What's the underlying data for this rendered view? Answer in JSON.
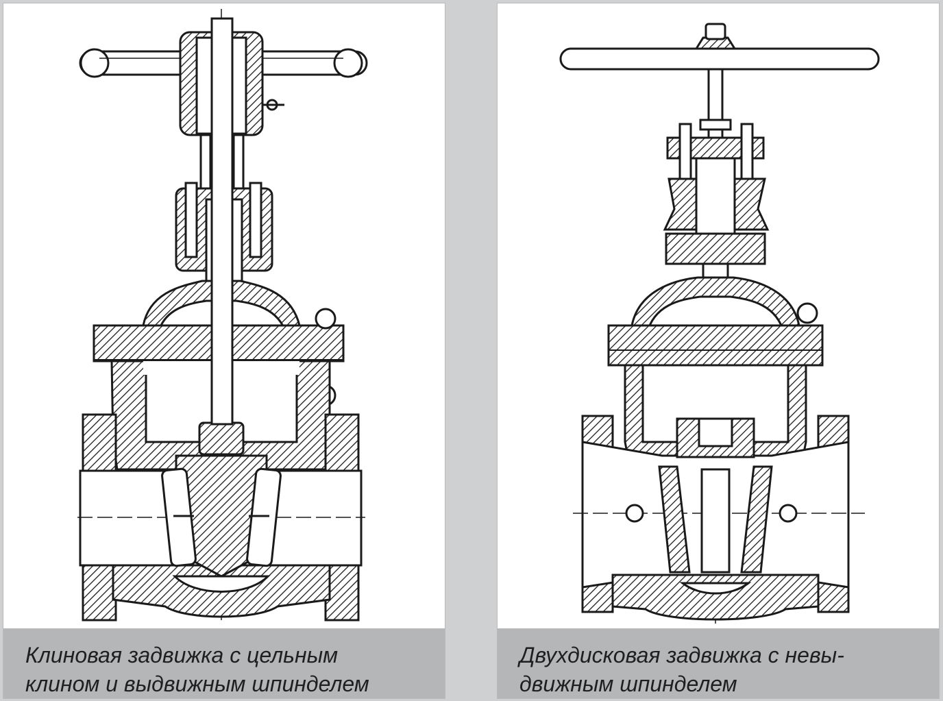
{
  "panels": [
    {
      "id": "wedge-gate-valve",
      "caption_lines": [
        "Клиновая задвижка с цельным",
        "клином и выдвижным шпинделем"
      ]
    },
    {
      "id": "double-disc-gate-valve",
      "caption_lines": [
        "Двухдисковая задвижка с невы-",
        "движным шпинделем"
      ]
    }
  ],
  "colors": {
    "background": "#cfd0d2",
    "panel": "#ffffff",
    "caption_bar": "#b5b6b8",
    "ink": "#1a1a1a"
  }
}
